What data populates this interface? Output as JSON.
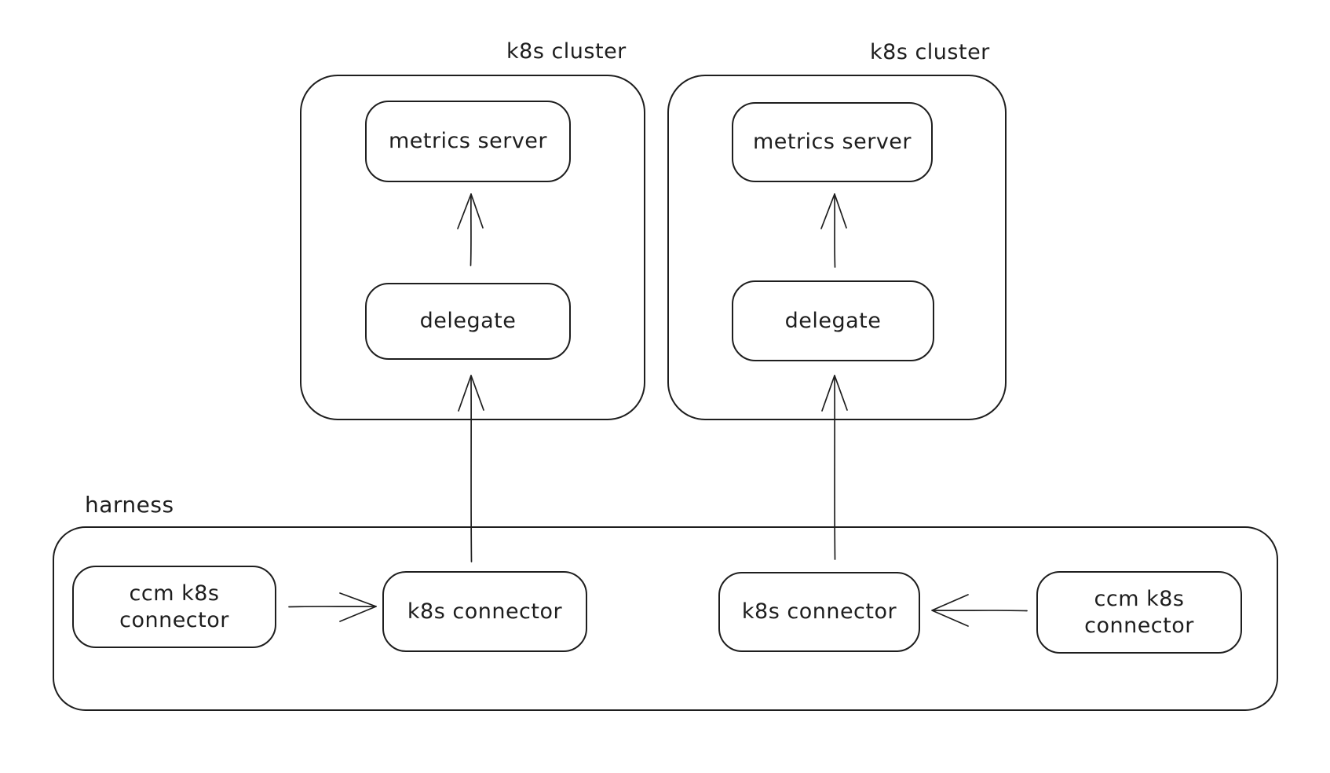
{
  "colors": {
    "stroke": "#1e1e1e",
    "background": "#ffffff"
  },
  "clusters": [
    {
      "label": "k8s cluster",
      "metrics_server_label": "metrics server",
      "delegate_label": "delegate"
    },
    {
      "label": "k8s cluster",
      "metrics_server_label": "metrics server",
      "delegate_label": "delegate"
    }
  ],
  "harness": {
    "label": "harness",
    "left_ccm_connector_label": "ccm k8s\nconnector",
    "left_k8s_connector_label": "k8s connector",
    "right_k8s_connector_label": "k8s connector",
    "right_ccm_connector_label": "ccm k8s\nconnector"
  }
}
